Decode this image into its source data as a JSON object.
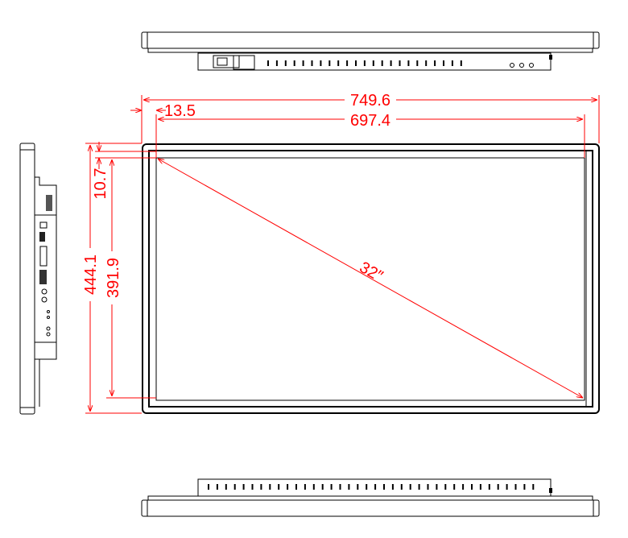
{
  "drawing": {
    "dimensions": {
      "overall_width": "749.6",
      "bezel_offset": "13.5",
      "active_width": "697.4",
      "top_bezel": "10.7",
      "overall_height": "444.1",
      "active_height": "391.9",
      "diagonal": "32″"
    },
    "dimension_color": "#ff0000",
    "line_color": "#000000"
  }
}
